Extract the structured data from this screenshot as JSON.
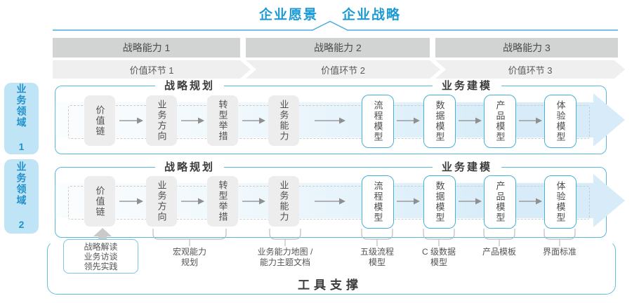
{
  "header": {
    "vision": "企业愿景",
    "strategy": "企业战略"
  },
  "capability_bar": [
    "战略能力 1",
    "战略能力 2",
    "战略能力 3"
  ],
  "value_chain_bar": [
    "价值环节 1",
    "价值环节 2",
    "价值环节 3"
  ],
  "domains": [
    "业务领域 1",
    "业务领域 2"
  ],
  "sections": {
    "planning": "战略规划",
    "modeling": "业务建模"
  },
  "boxes": {
    "gray": [
      "价值链",
      "业务方向",
      "转型举措",
      "业务能力"
    ],
    "blue": [
      "流程模型",
      "数据模型",
      "产品模型",
      "体验模型"
    ]
  },
  "footer": {
    "interview_box": [
      "战略解读",
      "业务访谈",
      "领先实践"
    ],
    "labels": [
      [
        "宏观能力",
        "规划"
      ],
      [
        "业务能力地图 /",
        "能力主题文档"
      ],
      [
        "五级流程",
        "模型"
      ],
      [
        "C 级数据",
        "模型"
      ],
      [
        "产品模板"
      ],
      [
        "界面标准"
      ]
    ],
    "tool_support": "工具支撑"
  },
  "colors": {
    "accent_blue": "#1b9ad5",
    "panel_border": "#58b8dc",
    "band_blue": "#d7ecf8",
    "bar_gray_dark": "#d2d3d3",
    "bar_gray_light": "#efefef",
    "domain_fill": "#bfe4f6"
  }
}
